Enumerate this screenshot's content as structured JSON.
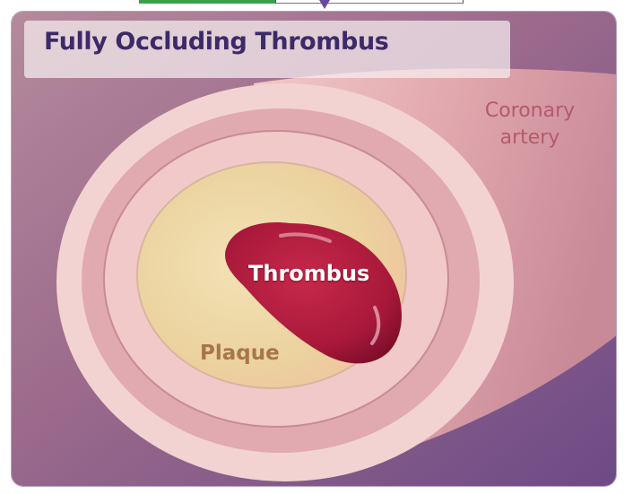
{
  "title": "Fully Occluding Thrombus",
  "labels": {
    "coronary_line1": "Coronary",
    "coronary_line2": "artery",
    "thrombus": "Thrombus",
    "plaque": "Plaque"
  },
  "colors": {
    "title": "#3d2a68",
    "coronary_label": "#b35a6c",
    "thrombus_fill": "#b01a3c",
    "plaque_fill": "#eed9a8",
    "vessel_wall": "#e9b7bd",
    "background": "#8a5a86"
  }
}
